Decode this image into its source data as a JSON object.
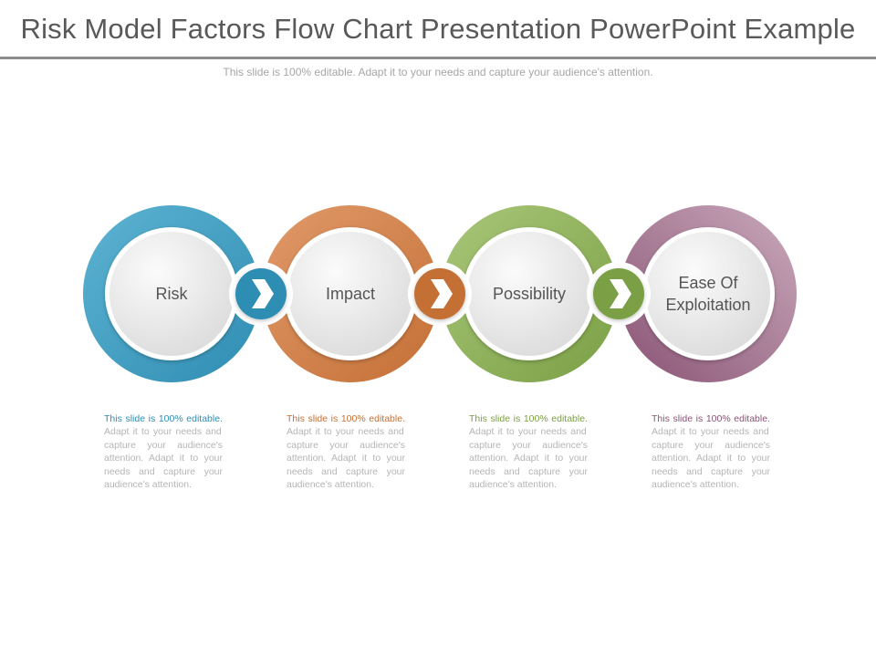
{
  "title": "Risk Model Factors Flow Chart Presentation PowerPoint Example",
  "subtitle": "This slide is 100% editable. Adapt it to your needs and capture your audience's attention.",
  "steps": [
    {
      "label_lines": [
        "Risk"
      ],
      "color": "#2f8db3",
      "color_light": "#5db3d2",
      "desc_highlight": "This slide is 100% editable.",
      "desc_rest": " Adapt it to your needs and capture your audience's attention. Adapt it to your needs and capture your audience's attention."
    },
    {
      "label_lines": [
        "Impact"
      ],
      "color": "#c46f35",
      "color_light": "#e19a6a",
      "desc_highlight": "This slide is 100% editable.",
      "desc_rest": " Adapt it to your needs and capture your audience's attention. Adapt it to your needs and capture your audience's attention."
    },
    {
      "label_lines": [
        "Possibility"
      ],
      "color": "#7a9f44",
      "color_light": "#a9c77a",
      "desc_highlight": "This slide is 100% editable.",
      "desc_rest": " Adapt it to your needs and capture your audience's attention. Adapt it to your needs and capture your audience's attention."
    },
    {
      "label_lines": [
        "Ease Of",
        "Exploitation"
      ],
      "color": "#8a5475",
      "color_light": "#c9a9bb",
      "desc_highlight": "This slide is 100% editable.",
      "desc_rest": " Adapt it to your needs and capture your audience's attention. Adapt it to your needs and capture your audience's attention."
    }
  ],
  "connector_icon": "chevron-right-icon"
}
